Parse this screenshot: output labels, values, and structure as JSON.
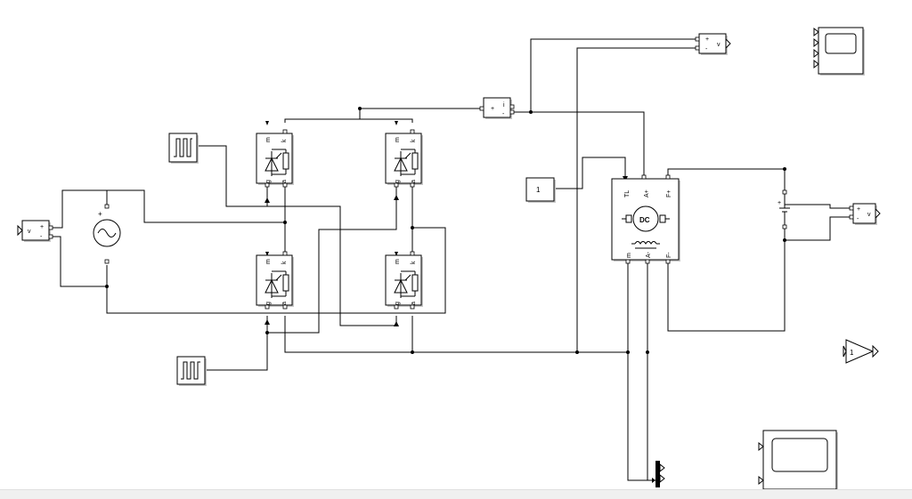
{
  "model": {
    "sources": {
      "ac_sign_plus": "+",
      "pulse_top_icon": "pulse-generator-icon",
      "pulse_bottom_icon": "pulse-generator-icon",
      "constant_value": "1"
    },
    "thyristor_ports": {
      "gate": "g",
      "mes": "m",
      "anode": "a",
      "cathode": "k"
    },
    "dc_motor": {
      "label": "DC",
      "port_tl": "TL",
      "port_a_plus": "A+",
      "port_f_plus": "F+",
      "port_m": "m",
      "port_a_minus": "A-",
      "port_f_minus": "F-"
    },
    "dc_source_plus": "+",
    "voltage_sensor": {
      "plus": "+",
      "minus": "-",
      "out": "v"
    },
    "current_sensor": {
      "plus": "+",
      "minus": "-",
      "out": "i"
    },
    "outport_number": "1"
  }
}
